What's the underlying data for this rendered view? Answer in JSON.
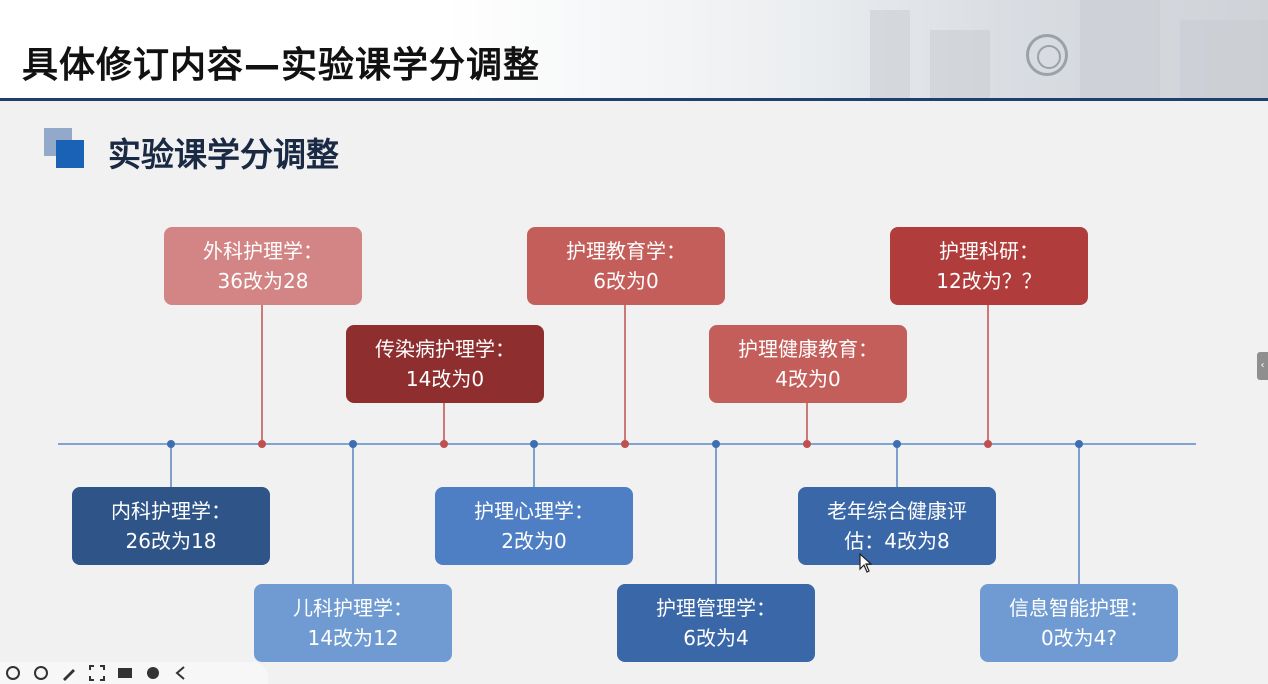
{
  "header": {
    "title": "具体修订内容—实验课学分调整"
  },
  "section": {
    "title": "实验课学分调整"
  },
  "colors": {
    "timeline_line": "#7fa3d3",
    "timeline_dot_blue": "#3d6fb0",
    "timeline_dot_red": "#c0504d",
    "connector_red": "#c0504d",
    "connector_blue": "#5a85bf",
    "header_rule": "#1f3f6e",
    "section_icon_back": "#93a9c9",
    "section_icon_front": "#1a62b6"
  },
  "top_boxes": [
    {
      "line1": "外科护理学：",
      "line2": "36改为28",
      "color": "#d38484"
    },
    {
      "line1": "传染病护理学：",
      "line2": "14改为0",
      "color": "#8f2e2e"
    },
    {
      "line1": "护理教育学：",
      "line2": "6改为0",
      "color": "#c45e5a"
    },
    {
      "line1": "护理健康教育：",
      "line2": "4改为0",
      "color": "#c45e5a"
    },
    {
      "line1": "护理科研：",
      "line2": "12改为？？",
      "color": "#b03d3b"
    }
  ],
  "bottom_boxes": [
    {
      "line1": "内科护理学：",
      "line2": "26改为18",
      "color": "#2e5488"
    },
    {
      "line1": "儿科护理学：",
      "line2": "14改为12",
      "color": "#6f9bd2"
    },
    {
      "line1": "护理心理学：",
      "line2": "2改为0",
      "color": "#4e7fc4"
    },
    {
      "line1": "护理管理学：",
      "line2": "6改为4",
      "color": "#3a67a8"
    },
    {
      "line1": "老年综合健康评",
      "line2": "估：4改为8",
      "color": "#3a67a8"
    },
    {
      "line1": "信息智能护理：",
      "line2": "0改为4?",
      "color": "#6f9bd2"
    }
  ],
  "toolbar": {
    "icons": [
      "undo-icon",
      "redo-icon",
      "pen-icon",
      "fullscreen-icon",
      "screen-icon",
      "record-icon",
      "back-icon"
    ]
  },
  "side_tab": {
    "label": "‹"
  }
}
